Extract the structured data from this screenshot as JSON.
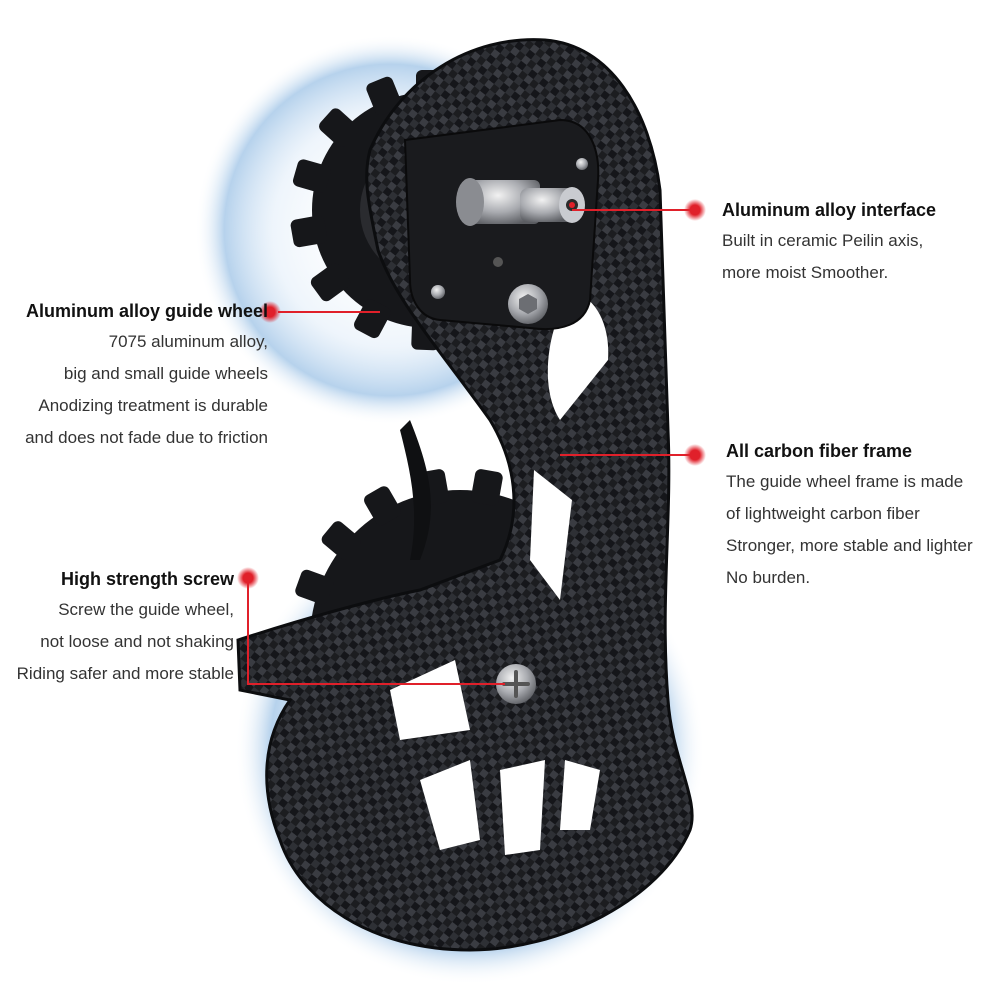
{
  "colors": {
    "accent_red": "#e0202a",
    "carbon_dark": "#1c1d20",
    "carbon_light": "#3a3c42",
    "halo_blue": "#9ec3e6"
  },
  "callouts": {
    "interface": {
      "title": "Aluminum alloy interface",
      "lines": [
        "Built in ceramic Peilin axis,",
        "more moist Smoother."
      ]
    },
    "frame": {
      "title": "All carbon fiber frame",
      "lines": [
        "The guide wheel frame is made",
        "of lightweight carbon fiber",
        "Stronger, more stable and lighter",
        "No burden."
      ]
    },
    "wheel": {
      "title": "Aluminum alloy guide wheel",
      "lines": [
        "7075 aluminum alloy,",
        "big and small guide wheels",
        "Anodizing treatment is durable",
        "and does not fade due to friction"
      ]
    },
    "screw": {
      "title": "High strength screw",
      "lines": [
        "Screw the guide wheel,",
        "not loose and not shaking",
        "Riding safer and more stable"
      ]
    }
  }
}
